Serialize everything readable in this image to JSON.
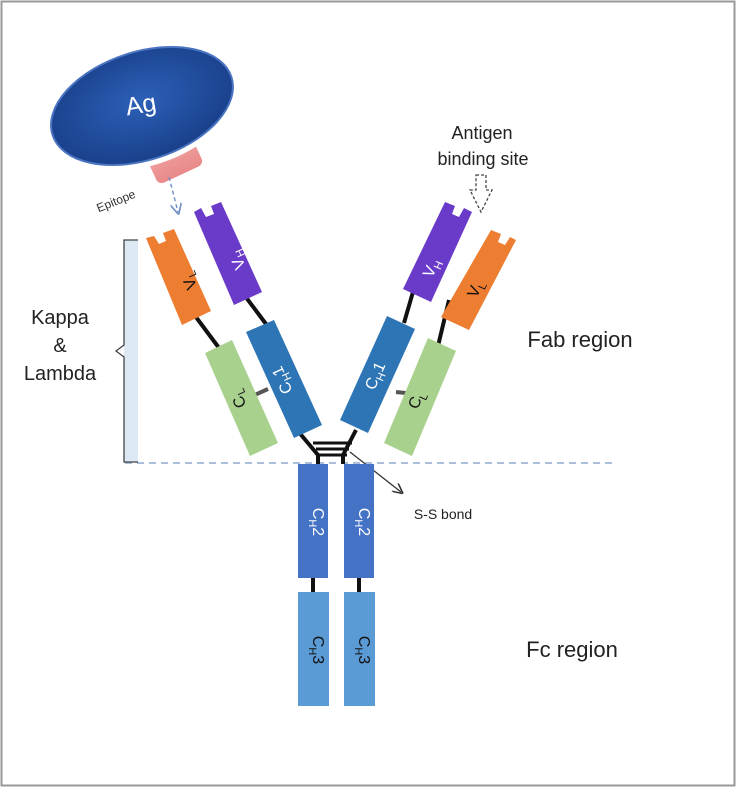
{
  "labels": {
    "antigen": "Ag",
    "epitope": "Epitope",
    "antigen_binding_site_line1": "Antigen",
    "antigen_binding_site_line2": "binding site",
    "kappa": "Kappa",
    "ampersand": "&",
    "lambda": "Lambda",
    "fab_region": "Fab region",
    "fc_region": "Fc region",
    "ss_bond": "S-S bond"
  },
  "domains": {
    "vl": {
      "main": "V",
      "sub": "L"
    },
    "vh": {
      "main": "V",
      "sub": "H"
    },
    "cl": {
      "main": "C",
      "sub": "L"
    },
    "ch1": {
      "main": "C",
      "sub": "H",
      "num": "1"
    },
    "ch2": {
      "main": "C",
      "sub": "H",
      "num": "2"
    },
    "ch3": {
      "main": "C",
      "sub": "H",
      "num": "3"
    }
  },
  "colors": {
    "vl": "#ed7d31",
    "vh": "#6a3bc9",
    "cl": "#a9d18e",
    "ch1": "#2e75b6",
    "ch2": "#4472c4",
    "ch3": "#5b9bd5",
    "antigen": "#1f4e9c",
    "epitope": "#f4a4a4",
    "dashed_line": "#8fa8d0"
  }
}
